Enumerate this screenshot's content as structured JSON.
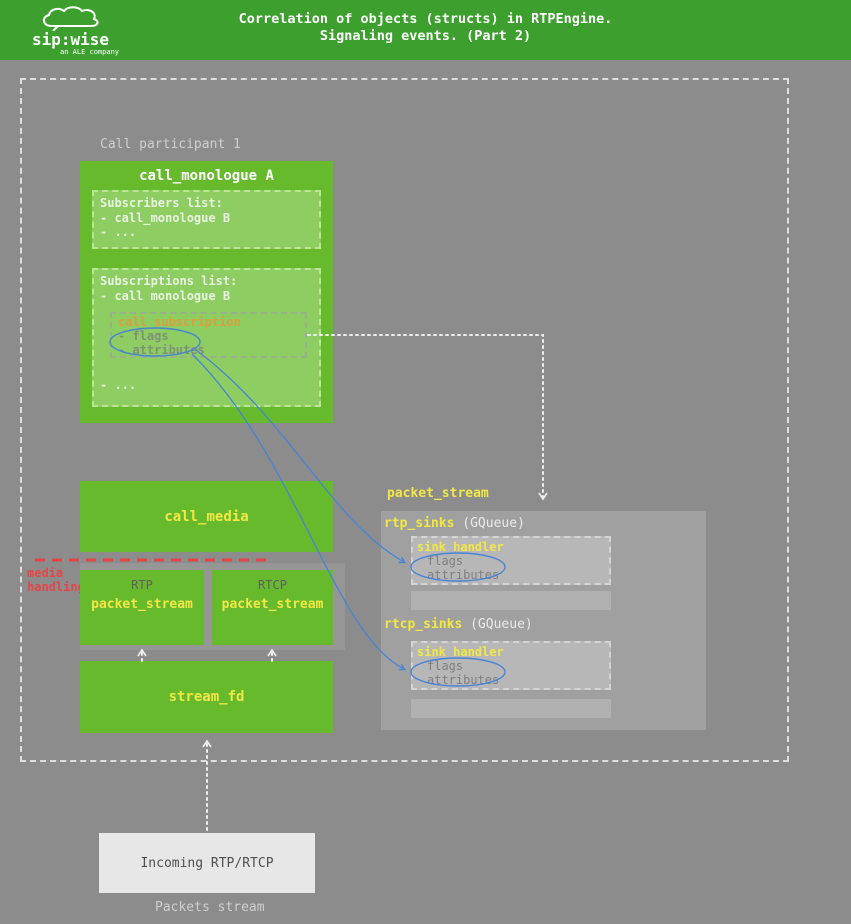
{
  "header": {
    "title_line1": "Correlation of objects (structs) in RTPEngine.",
    "title_line2": "Signaling events. (Part 2)",
    "logo": {
      "brand": "sip:wise",
      "subtitle": "an ALE company"
    }
  },
  "labels": {
    "participant": "Call participant 1",
    "media_handling_line1": "media",
    "media_handling_line2": "handling",
    "packets_stream": "Packets stream"
  },
  "call_monologue": {
    "title": "call_monologue A",
    "subscribers": {
      "title": "Subscribers list:",
      "items": [
        "- call_monologue B",
        "- ..."
      ]
    },
    "subscriptions": {
      "title": "Subscriptions list:",
      "first_item": "- call monologue B",
      "call_subscription": {
        "title": "call_subscription",
        "flags": "- flags",
        "attributes": "- attributes"
      },
      "more": "- ..."
    }
  },
  "call_media": {
    "title": "call_media"
  },
  "rtp_stream": {
    "tag": "RTP",
    "title": "packet_stream"
  },
  "rtcp_stream": {
    "tag": "RTCP",
    "title": "packet_stream"
  },
  "stream_fd": {
    "title": "stream_fd"
  },
  "incoming_box": {
    "title": "Incoming RTP/RTCP"
  },
  "packet_stream_panel": {
    "label": "packet_stream",
    "rtp_sinks": {
      "name": "rtp_sinks",
      "type": "(GQueue)",
      "sink_handler": {
        "title": "sink_handler",
        "flags": "flags",
        "attributes": "attributes"
      }
    },
    "rtcp_sinks": {
      "name": "rtcp_sinks",
      "type": "(GQueue)",
      "sink_handler": {
        "title": "sink_handler",
        "flags": "flags",
        "attributes": "attributes"
      }
    }
  },
  "colors": {
    "header_green": "#3da02e",
    "box_green": "#68ba2d",
    "subbox_green": "#8dcd61",
    "background_gray": "#8c8c8c",
    "panel_gray": "#a0a0a0",
    "highlight_yellow": "#f2e845",
    "alert_red": "#e64545",
    "link_blue": "#4a84d4",
    "subscription_orange": "#dd9f3e"
  }
}
